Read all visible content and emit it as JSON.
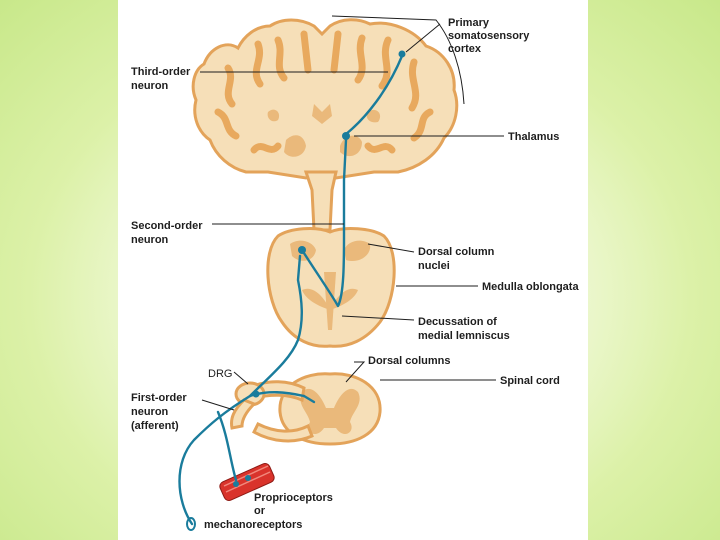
{
  "labels": {
    "primary_cortex": [
      "Primary",
      "somatosensory",
      "cortex"
    ],
    "third_order": [
      "Third-order",
      "neuron"
    ],
    "thalamus": "Thalamus",
    "second_order": [
      "Second-order",
      "neuron"
    ],
    "dorsal_column_nuclei": [
      "Dorsal column",
      "nuclei"
    ],
    "medulla": "Medulla oblongata",
    "decussation": [
      "Decussation of",
      "medial lemniscus"
    ],
    "drg": "DRG",
    "dorsal_columns": "Dorsal columns",
    "spinal_cord": "Spinal cord",
    "first_order": [
      "First-order",
      "neuron",
      "(afferent)"
    ],
    "receptors": [
      "Proprioceptors",
      "or",
      "mechanoreceptors"
    ]
  },
  "colors": {
    "background_green": "#c8e88a",
    "tissue": "#f6dfb8",
    "tissue_outline": "#e3a35a",
    "gray_matter": "#eab97b",
    "neuron": "#1a7c9c",
    "muscle": "#d9332b"
  }
}
